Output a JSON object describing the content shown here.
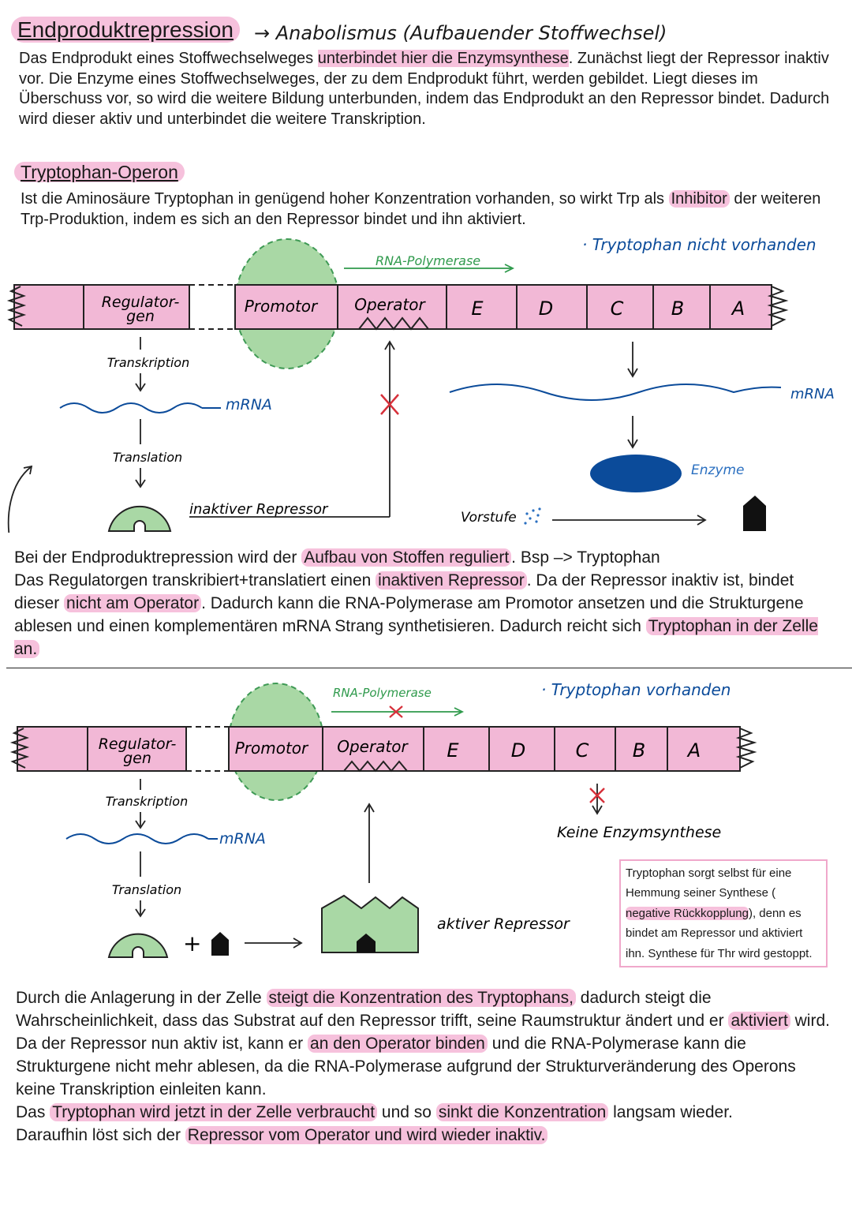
{
  "header": {
    "title": "Endproduktrepression",
    "subtitle": "→ Anabolismus (Aufbauender Stoffwechsel)"
  },
  "intro": {
    "t1": "Das Endprodukt eines Stoffwechselweges ",
    "h1": "unterbindet hier die Enzymsynthese",
    "t2": ". Zunächst liegt der Repressor inaktiv vor. Die Enzyme eines Stoffwechselweges, der zu dem Endprodukt führt, werden gebildet. Liegt dieses im Überschuss vor, so wird die weitere Bildung unterbunden, indem das Endprodukt an den Repressor bindet. Dadurch wird dieser aktiv und unterbindet die weitere Transkription."
  },
  "trp": {
    "title": "Tryptophan-Operon",
    "t1": "Ist die Aminosäure Tryptophan in genügend hoher Konzentration vorhanden, so wirkt Trp als ",
    "h1": "Inhibitor",
    "t2": " der weiteren Trp-Produktion, indem es sich an den Repressor bindet und ihn aktiviert."
  },
  "diagram1": {
    "condition": "· Tryptophan nicht vorhanden",
    "polymerase": "RNA-Polymerase",
    "regulator_line1": "Regulator-",
    "regulator_line2": "gen",
    "promotor": "Promotor",
    "operator": "Operator",
    "genes": [
      "E",
      "D",
      "C",
      "B",
      "A"
    ],
    "transkription": "Transkription",
    "mrna_left": "mRNA",
    "translation": "Translation",
    "repressor": "inaktiver Repressor",
    "mrna_right": "mRNA",
    "enzyme": "Enzyme",
    "vorstufe": "Vorstufe"
  },
  "mid_text": {
    "t1": "Bei der Endproduktrepression wird der ",
    "h1": "Aufbau von Stoffen reguliert",
    "t2": ". Bsp –> Tryptophan",
    "t3": "Das Regulatorgen transkribiert+translatiert einen ",
    "h2": "inaktiven Repressor",
    "t4": ". Da der Repressor inaktiv ist, bindet dieser ",
    "h3": "nicht am Operator",
    "t5": ". Dadurch kann die RNA-Polymerase am Promotor ansetzen und die Strukturgene ablesen und einen komplementären mRNA Strang synthetisieren. Dadurch reicht sich ",
    "h4": "Tryptophan in der Zelle an."
  },
  "diagram2": {
    "condition": "· Tryptophan vorhanden",
    "polymerase": "RNA-Polymerase",
    "regulator_line1": "Regulator-",
    "regulator_line2": "gen",
    "promotor": "Promotor",
    "operator": "Operator",
    "genes": [
      "E",
      "D",
      "C",
      "B",
      "A"
    ],
    "transkription": "Transkription",
    "mrna": "mRNA",
    "translation": "Translation",
    "plus": "+",
    "active_repressor": "aktiver Repressor",
    "no_synthesis": "Keine Enzymsynthese"
  },
  "note": {
    "t1": "Tryptophan sorgt selbst für eine Hemmung seiner Synthese ( ",
    "h1": "negative Rückkopplung",
    "t2": "), denn es bindet am Repressor und aktiviert ihn. Synthese für Thr wird gestoppt."
  },
  "bottom_text": {
    "t1": "Durch die Anlagerung in der Zelle ",
    "h1": "steigt die Konzentration des Tryptophans,",
    "t2": " dadurch steigt die Wahrscheinlichkeit, dass das Substrat auf den Repressor trifft, seine Raumstruktur ändert und er ",
    "h2": "aktiviert",
    "t3": " wird. Da der Repressor nun aktiv ist, kann er ",
    "h3": "an den Operator binden",
    "t4": " und die RNA-Polymerase kann die Strukturgene nicht mehr ablesen, da die RNA-Polymerase aufgrund der Strukturveränderung des Operons keine Transkription einleiten kann.",
    "t5": "Das ",
    "h4": "Tryptophan wird jetzt in der Zelle verbraucht",
    "t6": " und so ",
    "h5": "sinkt die Konzentration",
    "t7": " langsam wieder.",
    "t8": "Daraufhin löst sich der ",
    "h6": "Repressor vom Operator und wird wieder inaktiv."
  },
  "colors": {
    "dna_pink": "#f2b8d6",
    "highlight": "#f6c1dc",
    "green": "#a9d8a5",
    "green_text": "#2f9a4c",
    "blue": "#0b4b9a",
    "red_cross": "#d6303a"
  }
}
